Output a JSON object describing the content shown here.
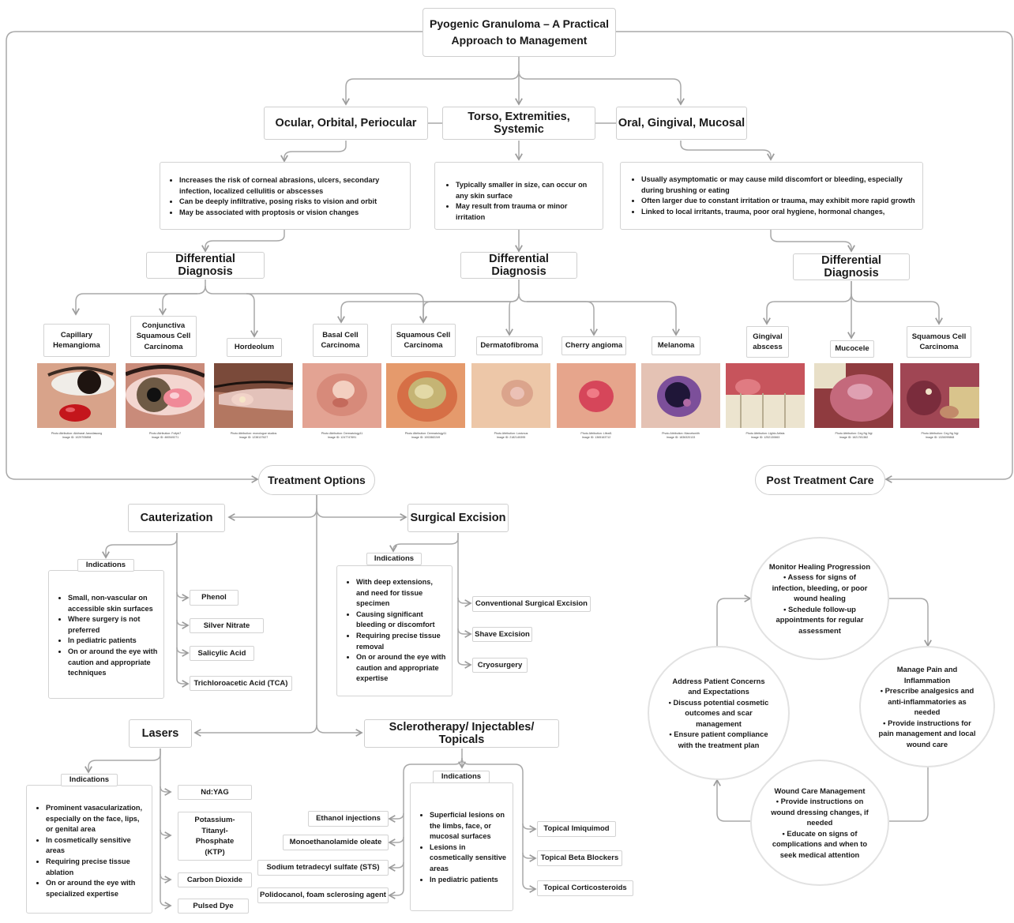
{
  "title": "Pyogenic Granuloma – A Practical Approach to Management",
  "categories": [
    {
      "label": "Ocular, Orbital, Periocular",
      "bullets": [
        "Increases the risk of corneal abrasions, ulcers, secondary infection, localized cellulitis or abscesses",
        "Can be deeply infiltrative, posing risks to vision and orbit",
        "May be associated with proptosis or vision changes"
      ]
    },
    {
      "label": "Torso, Extremities, Systemic",
      "bullets": [
        "Typically smaller in size, can occur on any skin surface",
        "May result from trauma or minor irritation"
      ]
    },
    {
      "label": "Oral, Gingival, Mucosal",
      "bullets": [
        "Usually asymptomatic or may cause mild discomfort or bleeding, especially during brushing or eating",
        "Often larger due to constant irritation or trauma, may exhibit more rapid growth",
        "Linked to local irritants, trauma, poor oral hygiene, hormonal changes,"
      ]
    }
  ],
  "differential_label": "Differential Diagnosis",
  "diagnoses": [
    {
      "label": "Capillary Hemangioma",
      "attribution": "Photo Attribution: Akkharat Jarusilawong",
      "image_id": "Image ID: 1029705858",
      "tone": "eye-red"
    },
    {
      "label": "Conjunctiva Squamous Cell Carcinoma",
      "attribution": "Photo Attribution: Fullpb7",
      "image_id": "Image ID: 460549271",
      "tone": "eye-pink"
    },
    {
      "label": "Hordeolum",
      "attribution": "Photo Attribution: monologue studios",
      "image_id": "Image ID: 1238137627",
      "tone": "lip"
    },
    {
      "label": "Basal Cell Carcinoma",
      "attribution": "Photo Attribution: Dermatology11",
      "image_id": "Image ID: 1247747691",
      "tone": "skin-pink"
    },
    {
      "label": "Squamous Cell Carcinoma",
      "attribution": "Photo Attribution: Dermatology11",
      "image_id": "Image ID: 1002882249",
      "tone": "skin-crust"
    },
    {
      "label": "Dermatofibroma",
      "attribution": "Photo Attribution: Lostvous",
      "image_id": "Image ID: 2182145395",
      "tone": "skin-tan"
    },
    {
      "label": "Cherry angioma",
      "attribution": "Photo Attribution: Lifeaf1",
      "image_id": "Image ID: 1365163712",
      "tone": "skin-red"
    },
    {
      "label": "Melanoma",
      "attribution": "Photo Attribution: Marcelsmith",
      "image_id": "Image ID: 1836320133",
      "tone": "skin-dark"
    },
    {
      "label": "Gingival abscess",
      "attribution": "Photo Attribution: Lighto Artists",
      "image_id": "Image ID: 1252130663",
      "tone": "gum"
    },
    {
      "label": "Mucocele",
      "attribution": "Photo Attribution: Ceg Ng Ngi",
      "image_id": "Image ID: 1621781382",
      "tone": "lip-inner"
    },
    {
      "label": "Squamous Cell Carcinoma",
      "attribution": "Photo Attribution: Ceg Ng Ngi",
      "image_id": "Image ID: 1326099868",
      "tone": "mouth"
    }
  ],
  "treatment_label": "Treatment Options",
  "post_label": "Post Treatment Care",
  "indications_label": "Indications",
  "cauterization": {
    "label": "Cauterization",
    "indications": [
      "Small, non-vascular on accessible skin surfaces",
      "Where surgery is not preferred",
      "In pediatric patients",
      "On or around the eye with caution and appropriate techniques"
    ],
    "options": [
      "Phenol",
      "Silver Nitrate",
      "Salicylic Acid",
      "Trichloroacetic Acid (TCA)"
    ]
  },
  "surgical": {
    "label": "Surgical Excision",
    "indications": [
      "With deep extensions, and need for tissue specimen",
      "Causing significant bleeding or discomfort",
      "Requiring precise tissue removal",
      "On or around the eye with caution and appropriate expertise"
    ],
    "options": [
      "Conventional Surgical Excision",
      "Shave Excision",
      "Cryosurgery"
    ]
  },
  "lasers": {
    "label": "Lasers",
    "indications": [
      "Prominent vasacularization, especially on the face, lips, or genital area",
      "In cosmetically sensitive areas",
      "Requiring precise tissue ablation",
      "On or around the eye with specialized expertise"
    ],
    "options": [
      "Nd:YAG",
      "Potassium-Titanyl-Phosphate (KTP)",
      "Carbon Dioxide",
      "Pulsed Dye"
    ]
  },
  "sclerotherapy": {
    "label": "Sclerotherapy/ Injectables/ Topicals",
    "indications": [
      "Superficial lesions on the limbs, face, or mucosal surfaces",
      "Lesions in cosmetically sensitive areas",
      "In pediatric patients"
    ],
    "left_options": [
      "Ethanol injections",
      "Monoethanolamide oleate",
      "Sodium tetradecyl sulfate (STS)",
      "Polidocanol, foam sclerosing agent"
    ],
    "right_options": [
      "Topical Imiquimod",
      "Topical Beta Blockers",
      "Topical  Corticosteroids"
    ]
  },
  "care": [
    {
      "title": "Monitor Healing Progression",
      "items": [
        "Assess for signs of infection, bleeding, or poor wound healing",
        "Schedule follow-up appointments for regular assessment"
      ]
    },
    {
      "title": "Manage Pain and Inflammation",
      "items": [
        "Prescribe analgesics and anti-inflammatories as needed",
        "Provide instructions for pain management and local wound care"
      ]
    },
    {
      "title": "Wound Care Management",
      "items": [
        "Provide instructions on wound dressing changes, if needed",
        "Educate on signs of complications and when to seek medical attention"
      ]
    },
    {
      "title": "Address Patient Concerns and Expectations",
      "items": [
        "Discuss potential cosmetic outcomes and scar management",
        "Ensure patient compliance with the treatment plan"
      ]
    }
  ]
}
